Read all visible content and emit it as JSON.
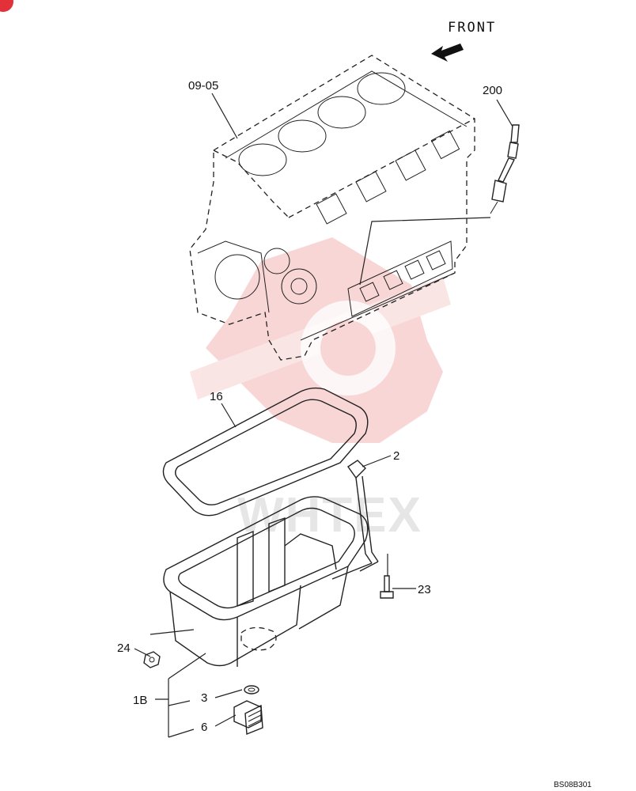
{
  "diagram": {
    "direction_label": "FRONT",
    "drawing_code": "BS08B301",
    "watermark_text": "WHTEX",
    "watermark_color": "#f2b8b8",
    "callouts": {
      "engine_block_ref": "09-05",
      "dipstick": "200",
      "gasket": "16",
      "oil_pipe": "2",
      "bolt": "23",
      "nut": "24",
      "oil_pan_assy": "1B",
      "washer": "3",
      "drain_plug": "6"
    }
  }
}
